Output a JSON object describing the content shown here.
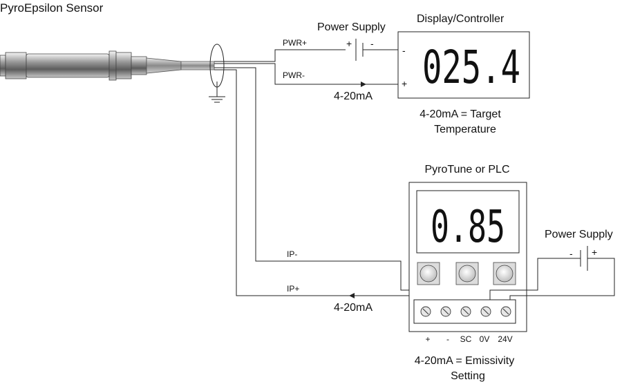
{
  "sensor": {
    "title": "PyroEpsilon Sensor"
  },
  "power_supply_top": {
    "label": "Power Supply",
    "plus": "+",
    "minus": "-"
  },
  "display": {
    "title": "Display/Controller",
    "reading": "025.4",
    "terminal_minus": "-",
    "terminal_plus": "+",
    "note_line1": "4-20mA = Target",
    "note_line2": "Temperature"
  },
  "wires": {
    "pwr_plus": "PWR+",
    "pwr_minus": "PWR-",
    "current_top": "4-20mA",
    "ip_minus": "IP-",
    "ip_plus": "IP+",
    "current_bottom": "4-20mA"
  },
  "controller": {
    "title": "PyroTune or PLC",
    "reading": "0.85",
    "terminals": [
      "+",
      "-",
      "SC",
      "0V",
      "24V"
    ],
    "note_line1": "4-20mA = Emissivity",
    "note_line2": "Setting"
  },
  "power_supply_right": {
    "label": "Power Supply",
    "minus": "-",
    "plus": "+"
  }
}
